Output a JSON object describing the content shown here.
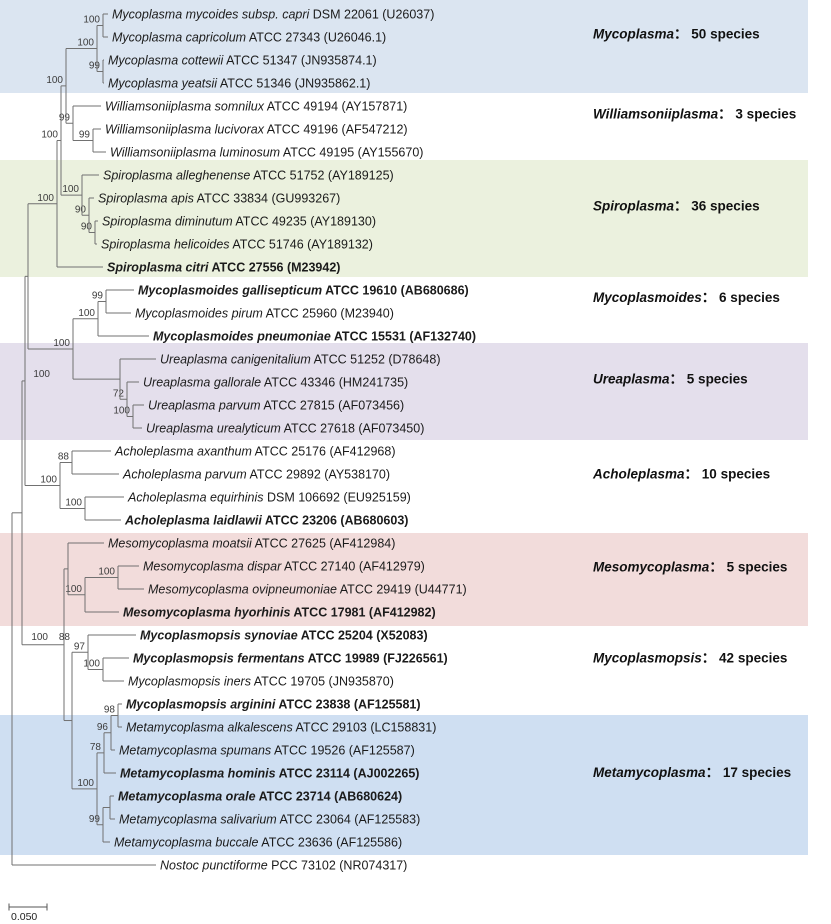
{
  "figure": {
    "type": "phylogenetic-tree",
    "colon": "：",
    "line_color": "#717171"
  },
  "scale_bar": {
    "label": "0.050"
  },
  "groups": [
    {
      "genus": "Mycoplasma",
      "count": "50 species",
      "band": "#dbe5f1"
    },
    {
      "genus": "Williamsoniiplasma",
      "count": "3 species",
      "band": null
    },
    {
      "genus": "Spiroplasma",
      "count": "36 species",
      "band": "#ebf1de"
    },
    {
      "genus": "Mycoplasmoides",
      "count": "6 species",
      "band": null
    },
    {
      "genus": "Ureaplasma",
      "count": "5 species",
      "band": "#e4dfec"
    },
    {
      "genus": "Acholeplasma",
      "count": "10 species",
      "band": null
    },
    {
      "genus": "Mesomycoplasma",
      "count": "5 species",
      "band": "#f2dcdb"
    },
    {
      "genus": "Mycoplasmopsis",
      "count": "42 species",
      "band": null
    },
    {
      "genus": "Metamycoplasma",
      "count": "17 species",
      "band": "#cfdff2"
    }
  ],
  "leaves": [
    {
      "id": "myc_capri",
      "sci": "Mycoplasma mycoides subsp. capri",
      "rest": "DSM 22061 (U26037)",
      "bold": false
    },
    {
      "id": "capricolum",
      "sci": "Mycoplasma capricolum",
      "rest": "ATCC 27343 (U26046.1)",
      "bold": false
    },
    {
      "id": "cottewii",
      "sci": "Mycoplasma cottewii",
      "rest": "ATCC 51347 (JN935874.1)",
      "bold": false
    },
    {
      "id": "yeatsii",
      "sci": "Mycoplasma yeatsii",
      "rest": "ATCC 51346 (JN935862.1)",
      "bold": false
    },
    {
      "id": "somnilux",
      "sci": "Williamsoniiplasma somnilux",
      "rest": "ATCC 49194 (AY157871)",
      "bold": false
    },
    {
      "id": "lucivorax",
      "sci": "Williamsoniiplasma lucivorax",
      "rest": "ATCC 49196 (AF547212)",
      "bold": false
    },
    {
      "id": "luminosum",
      "sci": "Williamsoniiplasma luminosum",
      "rest": "ATCC 49195 (AY155670)",
      "bold": false
    },
    {
      "id": "alleghenense",
      "sci": "Spiroplasma alleghenense",
      "rest": "ATCC 51752 (AY189125)",
      "bold": false
    },
    {
      "id": "apis",
      "sci": "Spiroplasma apis",
      "rest": "ATCC 33834 (GU993267)",
      "bold": false
    },
    {
      "id": "diminutum",
      "sci": "Spiroplasma diminutum",
      "rest": "ATCC 49235 (AY189130)",
      "bold": false
    },
    {
      "id": "helicoides",
      "sci": "Spiroplasma helicoides",
      "rest": "ATCC 51746 (AY189132)",
      "bold": false
    },
    {
      "id": "citri",
      "sci": "Spiroplasma citri",
      "rest": "ATCC 27556 (M23942)",
      "bold": true
    },
    {
      "id": "gallisepticum",
      "sci": "Mycoplasmoides gallisepticum",
      "rest": "ATCC 19610 (AB680686)",
      "bold": true
    },
    {
      "id": "pirum",
      "sci": "Mycoplasmoides pirum",
      "rest": "ATCC 25960 (M23940)",
      "bold": false
    },
    {
      "id": "pneumoniae",
      "sci": "Mycoplasmoides pneumoniae",
      "rest": "ATCC 15531 (AF132740)",
      "bold": true
    },
    {
      "id": "canigenitalium",
      "sci": "Ureaplasma canigenitalium",
      "rest": "ATCC 51252 (D78648)",
      "bold": false
    },
    {
      "id": "gallorale",
      "sci": "Ureaplasma gallorale",
      "rest": "ATCC 43346 (HM241735)",
      "bold": false
    },
    {
      "id": "u_parvum",
      "sci": "Ureaplasma parvum",
      "rest": "ATCC 27815 (AF073456)",
      "bold": false
    },
    {
      "id": "urealyticum",
      "sci": "Ureaplasma urealyticum",
      "rest": "ATCC 27618 (AF073450)",
      "bold": false
    },
    {
      "id": "axanthum",
      "sci": "Acholeplasma axanthum",
      "rest": "ATCC 25176 (AF412968)",
      "bold": false
    },
    {
      "id": "a_parvum",
      "sci": "Acholeplasma parvum",
      "rest": "ATCC 29892 (AY538170)",
      "bold": false
    },
    {
      "id": "equirhinis",
      "sci": "Acholeplasma equirhinis",
      "rest": "DSM 106692 (EU925159)",
      "bold": false
    },
    {
      "id": "laidlawii",
      "sci": "Acholeplasma laidlawii",
      "rest": "ATCC 23206 (AB680603)",
      "bold": true
    },
    {
      "id": "moatsii",
      "sci": "Mesomycoplasma moatsii",
      "rest": "ATCC 27625 (AF412984)",
      "bold": false
    },
    {
      "id": "dispar",
      "sci": "Mesomycoplasma dispar",
      "rest": "ATCC 27140 (AF412979)",
      "bold": false
    },
    {
      "id": "ovipneumoniae",
      "sci": "Mesomycoplasma ovipneumoniae",
      "rest": "ATCC 29419 (U44771)",
      "bold": false
    },
    {
      "id": "hyorhinis",
      "sci": "Mesomycoplasma hyorhinis",
      "rest": "ATCC 17981 (AF412982)",
      "bold": true
    },
    {
      "id": "synoviae",
      "sci": "Mycoplasmopsis synoviae",
      "rest": "ATCC 25204 (X52083)",
      "bold": true
    },
    {
      "id": "fermentans",
      "sci": "Mycoplasmopsis fermentans",
      "rest": "ATCC 19989 (FJ226561)",
      "bold": true
    },
    {
      "id": "iners",
      "sci": "Mycoplasmopsis iners",
      "rest": "ATCC 19705 (JN935870)",
      "bold": false
    },
    {
      "id": "arginini",
      "sci": "Mycoplasmopsis arginini",
      "rest": "ATCC 23838 (AF125581)",
      "bold": true
    },
    {
      "id": "alkalescens",
      "sci": "Metamycoplasma alkalescens",
      "rest": "ATCC 29103 (LC158831)",
      "bold": false
    },
    {
      "id": "spumans",
      "sci": "Metamycoplasma spumans",
      "rest": "ATCC 19526 (AF125587)",
      "bold": false
    },
    {
      "id": "hominis",
      "sci": "Metamycoplasma hominis",
      "rest": "ATCC 23114 (AJ002265)",
      "bold": true
    },
    {
      "id": "orale",
      "sci": "Metamycoplasma orale",
      "rest": "ATCC 23714 (AB680624)",
      "bold": true
    },
    {
      "id": "salivarium",
      "sci": "Metamycoplasma salivarium",
      "rest": "ATCC 23064 (AF125583)",
      "bold": false
    },
    {
      "id": "buccale",
      "sci": "Metamycoplasma buccale",
      "rest": "ATCC 23636 (AF125586)",
      "bold": false
    },
    {
      "id": "nostoc",
      "sci": "Nostoc punctiforme",
      "rest": "PCC 73102 (NR074317)",
      "bold": false
    }
  ],
  "tree": {
    "id": "root",
    "children": [
      {
        "id": "nE",
        "support": "100",
        "children": [
          {
            "id": "nD",
            "support": "100",
            "children": [
              {
                "id": "nC",
                "children": [
                  {
                    "id": "nA",
                    "support": "100",
                    "children": [
                      {
                        "id": "nB",
                        "support": "100",
                        "children": [
                          {
                            "id": "nMycWill",
                            "support": "100",
                            "children": [
                              {
                                "id": "nMyc4",
                                "support": "100",
                                "children": [
                                  {
                                    "id": "nMycCap",
                                    "support": "100",
                                    "children": [
                                      {
                                        "leaf": "myc_capri"
                                      },
                                      {
                                        "leaf": "capricolum"
                                      }
                                    ]
                                  },
                                  {
                                    "id": "nCotYea",
                                    "support": "99",
                                    "children": [
                                      {
                                        "leaf": "cottewii"
                                      },
                                      {
                                        "leaf": "yeatsii"
                                      }
                                    ]
                                  }
                                ]
                              },
                              {
                                "id": "nWill",
                                "support": "99",
                                "children": [
                                  {
                                    "leaf": "somnilux"
                                  },
                                  {
                                    "id": "nLucLum",
                                    "support": "99",
                                    "children": [
                                      {
                                        "leaf": "lucivorax"
                                      },
                                      {
                                        "leaf": "luminosum"
                                      }
                                    ]
                                  }
                                ]
                              }
                            ]
                          },
                          {
                            "id": "nSpi4",
                            "support": "100",
                            "children": [
                              {
                                "leaf": "alleghenense"
                              },
                              {
                                "id": "nApiDH",
                                "support": "90",
                                "children": [
                                  {
                                    "leaf": "apis"
                                  },
                                  {
                                    "id": "nDimHel",
                                    "support": "90",
                                    "children": [
                                      {
                                        "leaf": "diminutum"
                                      },
                                      {
                                        "leaf": "helicoides"
                                      }
                                    ]
                                  }
                                ]
                              }
                            ]
                          }
                        ]
                      },
                      {
                        "leaf": "citri"
                      }
                    ]
                  },
                  {
                    "id": "nMoUr",
                    "support": "100",
                    "children": [
                      {
                        "id": "nMoid",
                        "support": "100",
                        "children": [
                          {
                            "id": "nGalPir",
                            "support": "99",
                            "children": [
                              {
                                "leaf": "gallisepticum"
                              },
                              {
                                "leaf": "pirum"
                              }
                            ]
                          },
                          {
                            "leaf": "pneumoniae"
                          }
                        ]
                      },
                      {
                        "id": "nUre",
                        "children": [
                          {
                            "leaf": "canigenitalium"
                          },
                          {
                            "id": "nGalPU",
                            "support": "72",
                            "children": [
                              {
                                "leaf": "gallorale"
                              },
                              {
                                "id": "nParUre",
                                "support": "100",
                                "children": [
                                  {
                                    "leaf": "u_parvum"
                                  },
                                  {
                                    "leaf": "urealyticum"
                                  }
                                ]
                              }
                            ]
                          }
                        ]
                      }
                    ]
                  }
                ]
              },
              {
                "id": "nAcho",
                "support": "100",
                "children": [
                  {
                    "id": "nAxPa",
                    "support": "88",
                    "children": [
                      {
                        "leaf": "axanthum"
                      },
                      {
                        "leaf": "a_parvum"
                      }
                    ]
                  },
                  {
                    "id": "nEqLa",
                    "support": "100",
                    "children": [
                      {
                        "leaf": "equirhinis"
                      },
                      {
                        "leaf": "laidlawii"
                      }
                    ]
                  }
                ]
              }
            ]
          },
          {
            "id": "nX",
            "support": "88",
            "children": [
              {
                "id": "nMeso",
                "children": [
                  {
                    "leaf": "moatsii"
                  },
                  {
                    "id": "nDOHyo",
                    "support": "100",
                    "children": [
                      {
                        "id": "nDisOvi",
                        "support": "100",
                        "children": [
                          {
                            "leaf": "dispar"
                          },
                          {
                            "leaf": "ovipneumoniae"
                          }
                        ]
                      },
                      {
                        "leaf": "hyorhinis"
                      }
                    ]
                  }
                ]
              },
              {
                "id": "nY",
                "children": [
                  {
                    "id": "nMpsis",
                    "support": "97",
                    "children": [
                      {
                        "leaf": "synoviae"
                      },
                      {
                        "id": "nFerIne",
                        "support": "100",
                        "children": [
                          {
                            "leaf": "fermentans"
                          },
                          {
                            "leaf": "iners"
                          }
                        ]
                      }
                    ]
                  },
                  {
                    "id": "nMetaArg",
                    "support": "100",
                    "children": [
                      {
                        "id": "nAASH",
                        "support": "78",
                        "children": [
                          {
                            "id": "nAAS",
                            "support": "96",
                            "children": [
                              {
                                "id": "nArgAlk",
                                "support": "98",
                                "children": [
                                  {
                                    "leaf": "arginini"
                                  },
                                  {
                                    "leaf": "alkalescens"
                                  }
                                ]
                              },
                              {
                                "leaf": "spumans"
                              }
                            ]
                          },
                          {
                            "leaf": "hominis"
                          }
                        ]
                      },
                      {
                        "id": "nOSB",
                        "support": "99",
                        "children": [
                          {
                            "id": "nOraSal",
                            "children": [
                              {
                                "leaf": "orale"
                              },
                              {
                                "leaf": "salivarium"
                              }
                            ]
                          },
                          {
                            "leaf": "buccale"
                          }
                        ]
                      }
                    ]
                  }
                ]
              }
            ]
          }
        ]
      },
      {
        "leaf": "nostoc"
      }
    ]
  }
}
